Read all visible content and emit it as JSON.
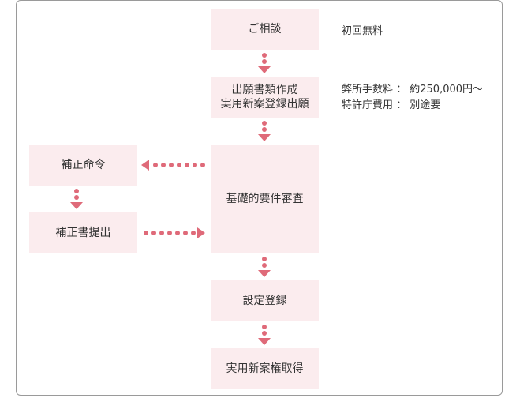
{
  "steps": {
    "consultation": "ご相談",
    "application_line1": "出願書類作成",
    "application_line2": "実用新案登録出願",
    "basic_exam": "基礎的要件審査",
    "correction_order": "補正命令",
    "correction_submit": "補正書提出",
    "registration": "設定登録",
    "acquisition": "実用新案権取得"
  },
  "notes": {
    "consultation_fee": "初回無料",
    "our_fee": "弊所手数料 ： 約250,000円～",
    "office_fee": "特許庁費用 ： 別途要"
  },
  "colors": {
    "box_fill": "#fbecee",
    "arrow": "#df6a79",
    "border": "#9a9a9a"
  }
}
